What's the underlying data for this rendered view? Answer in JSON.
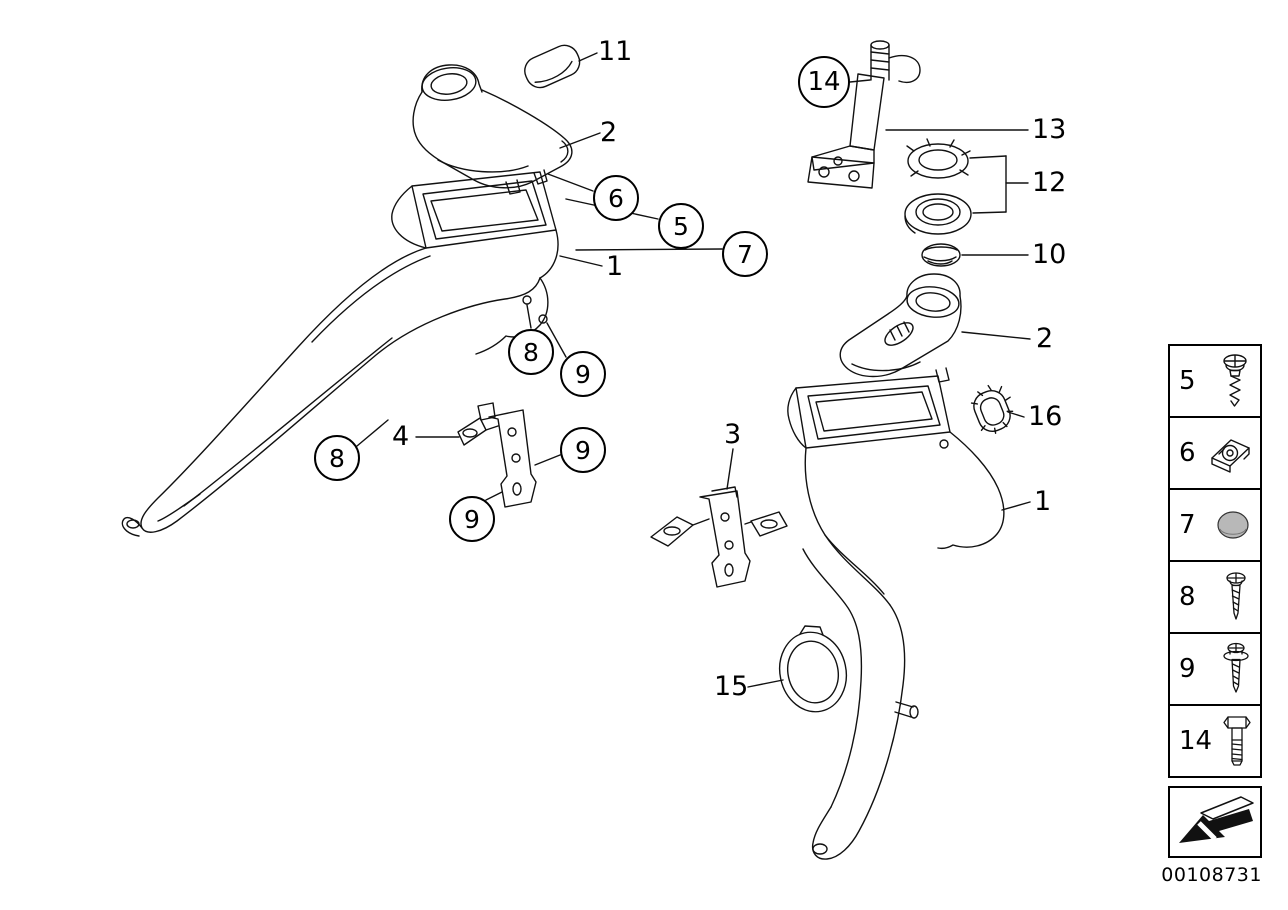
{
  "diagram": {
    "callouts": [
      {
        "label": "11",
        "style": "plain"
      },
      {
        "label": "2",
        "style": "plain"
      },
      {
        "label": "6",
        "style": "circled"
      },
      {
        "label": "5",
        "style": "circled"
      },
      {
        "label": "7",
        "style": "circled"
      },
      {
        "label": "1",
        "style": "plain"
      },
      {
        "label": "8",
        "style": "circled"
      },
      {
        "label": "9",
        "style": "circled"
      },
      {
        "label": "8",
        "style": "circled"
      },
      {
        "label": "4",
        "style": "plain"
      },
      {
        "label": "9",
        "style": "circled"
      },
      {
        "label": "9",
        "style": "circled"
      },
      {
        "label": "3",
        "style": "plain"
      },
      {
        "label": "14",
        "style": "circled"
      },
      {
        "label": "13",
        "style": "plain"
      },
      {
        "label": "12",
        "style": "plain"
      },
      {
        "label": "10",
        "style": "plain"
      },
      {
        "label": "2",
        "style": "plain"
      },
      {
        "label": "16",
        "style": "plain"
      },
      {
        "label": "1",
        "style": "plain"
      },
      {
        "label": "15",
        "style": "plain"
      }
    ]
  },
  "legend": {
    "items": [
      {
        "label": "5",
        "icon": "pan-head-screw-icon"
      },
      {
        "label": "6",
        "icon": "clip-nut-icon"
      },
      {
        "label": "7",
        "icon": "cap-plug-icon"
      },
      {
        "label": "8",
        "icon": "tapping-screw-icon"
      },
      {
        "label": "9",
        "icon": "flange-screw-icon"
      },
      {
        "label": "14",
        "icon": "hex-bolt-icon"
      }
    ],
    "direction_arrow": "direction-arrow-icon"
  },
  "footer": {
    "document_number": "00108731"
  },
  "colors": {
    "line": "#111111",
    "background": "#ffffff",
    "cap_fill": "#b8b8b8"
  }
}
